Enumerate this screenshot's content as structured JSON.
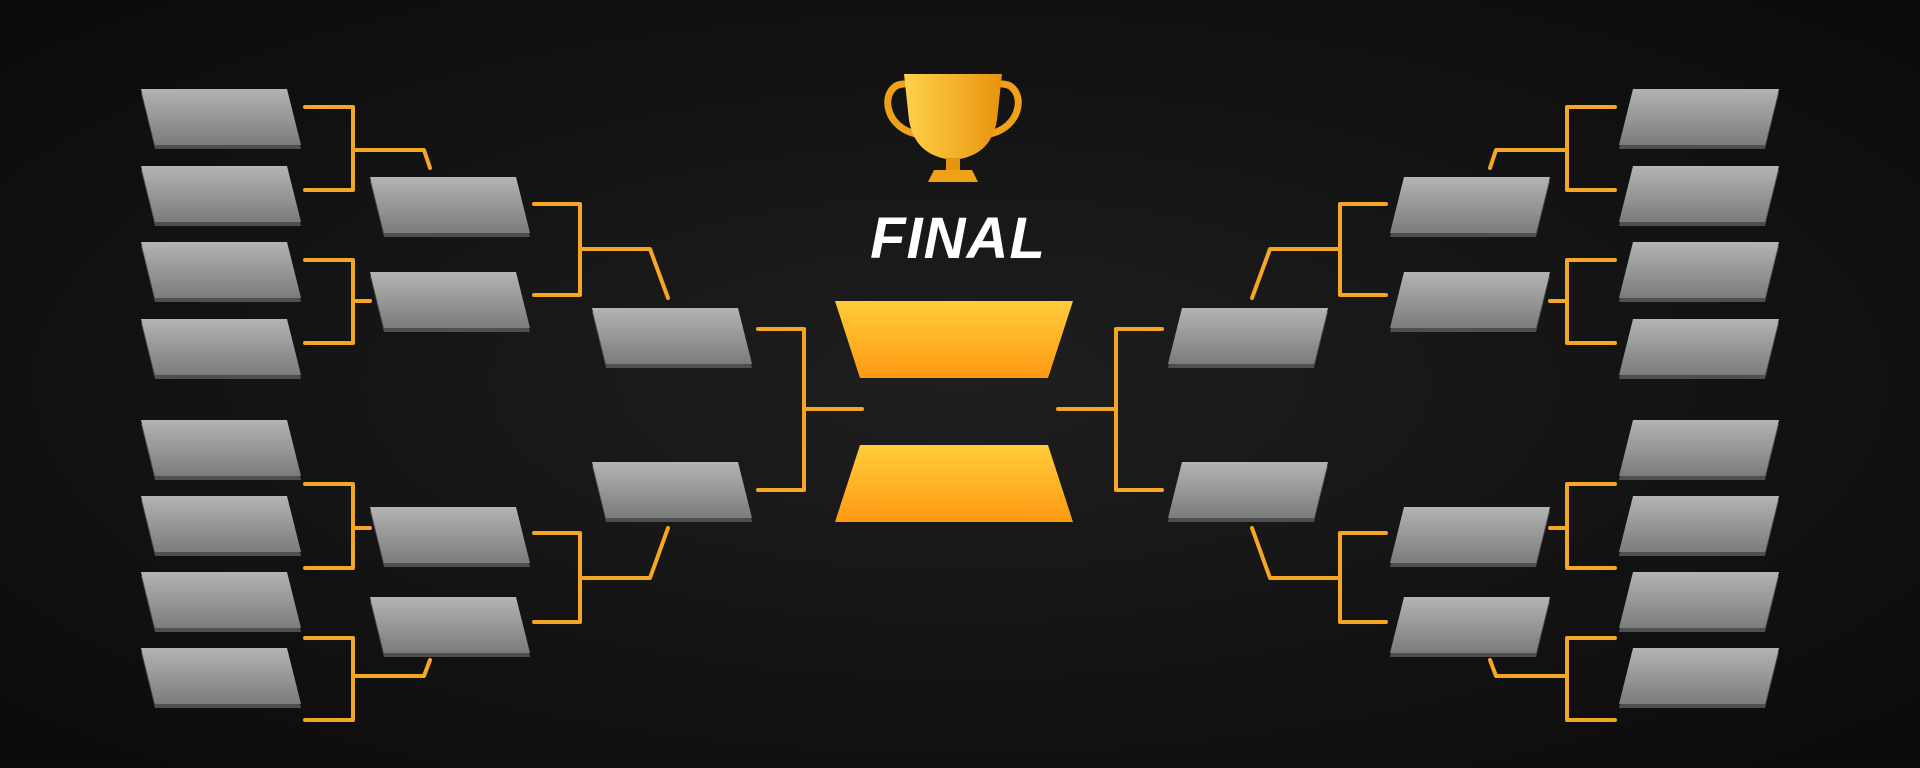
{
  "final": {
    "title": "FINAL"
  },
  "trophy": {
    "icon": "trophy-icon"
  },
  "colors": {
    "background": "#121212",
    "connector": "#f5a623",
    "slot_top": "#b4b4b4",
    "slot_bottom": "#7c7c7c",
    "final_top": "#ffcc3a",
    "final_bottom": "#ff9a12",
    "title_text": "#ffffff"
  },
  "bracket": {
    "left": {
      "round_of_16_slots": 8,
      "quarterfinal_slots": 4,
      "semifinal_slots": 2
    },
    "right": {
      "round_of_16_slots": 8,
      "quarterfinal_slots": 4,
      "semifinal_slots": 2
    },
    "final_slots": 2
  }
}
